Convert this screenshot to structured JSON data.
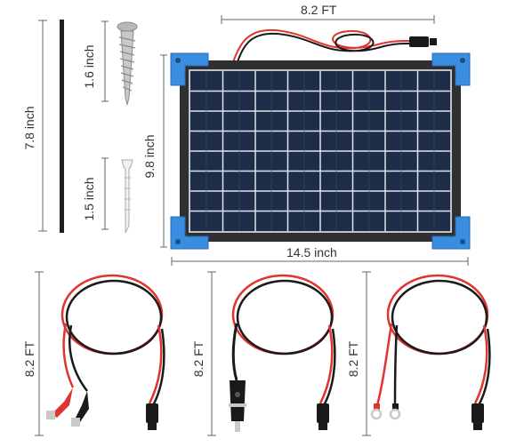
{
  "dimensions": {
    "stake_height": "7.8 inch",
    "screw_length": "1.6 inch",
    "anchor_length": "1.5 inch",
    "panel_height": "9.8 inch",
    "panel_width": "14.5 inch",
    "panel_cable": "8.2 FT",
    "clip_cable": "8.2 FT",
    "plug_cable": "8.2 FT",
    "ring_cable": "8.2 FT"
  },
  "colors": {
    "frame": "#2f2f2f",
    "corner": "#3a8de0",
    "cell": "#24344f",
    "wire_red": "#e0342f",
    "wire_black": "#1a1a1a",
    "dim_line": "#666666"
  },
  "icons": [
    "mounting-stake-icon",
    "screw-icon",
    "wall-anchor-icon",
    "solar-panel-icon",
    "alligator-clip-cable-icon",
    "cigarette-plug-cable-icon",
    "ring-terminal-cable-icon"
  ]
}
